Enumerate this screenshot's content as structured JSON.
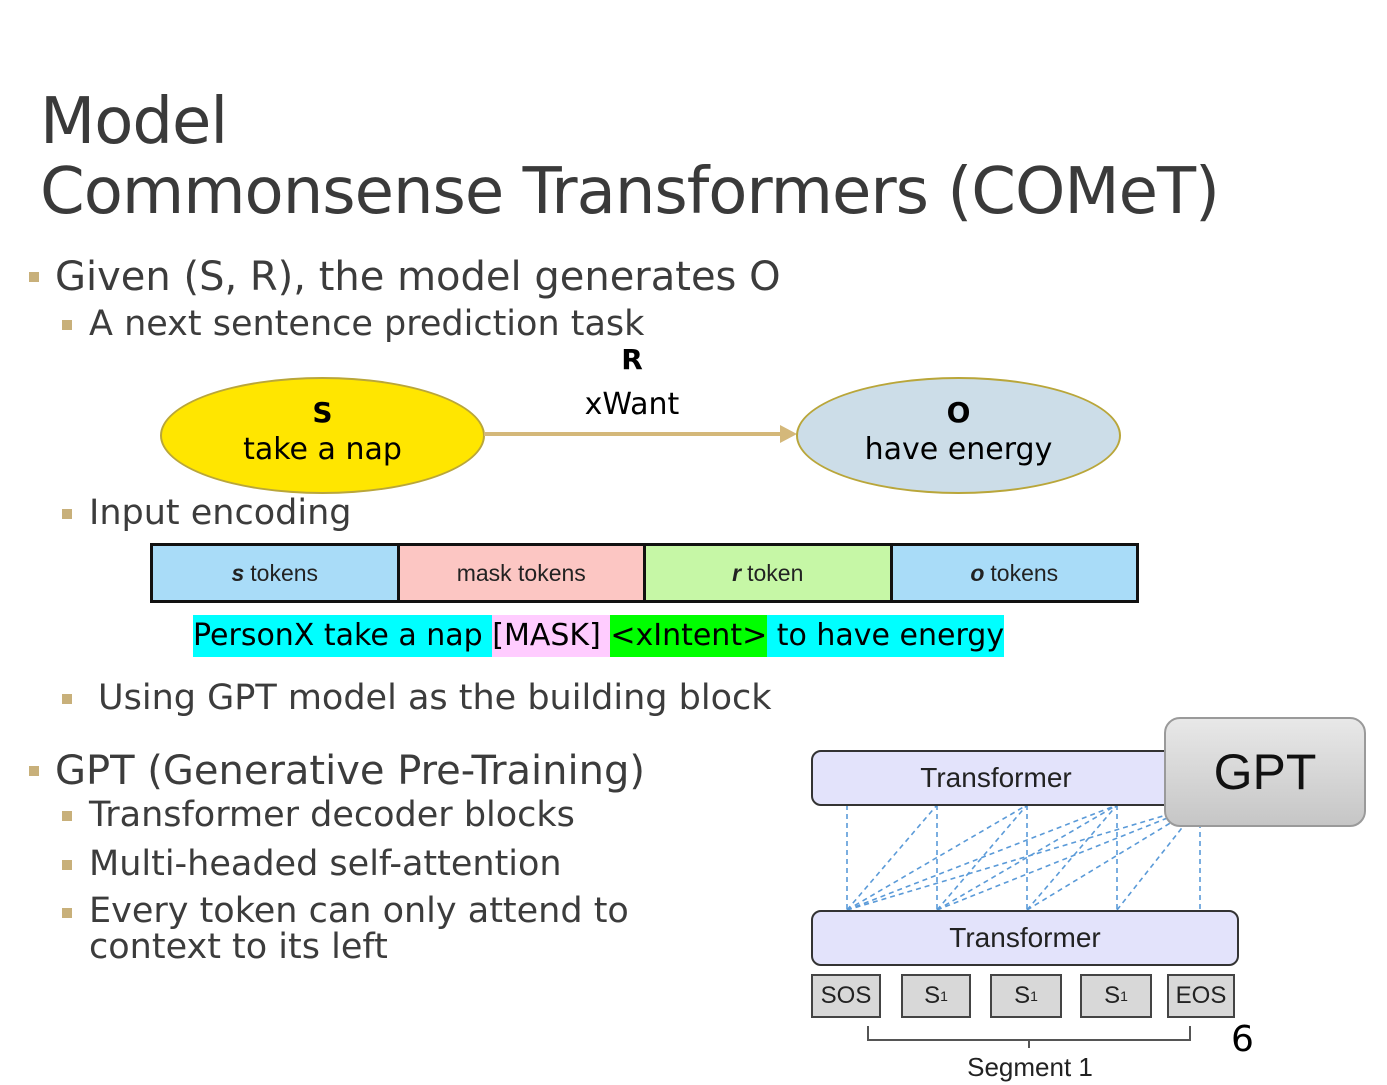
{
  "slide": {
    "title_line1": "Model",
    "title_line2": "Commonsense Transformers (COMeT)",
    "page_number": "6"
  },
  "bullets": {
    "b1": "Given (S, R), the model generates O",
    "b1_1": "A next sentence prediction task",
    "b1_2": "Input encoding",
    "b1_3": "Using GPT model as the building block",
    "b2": "GPT (Generative Pre-Training)",
    "b2_1": "Transformer decoder blocks",
    "b2_2": "Multi-headed self-attention",
    "b2_3_line1": "Every token can only attend to",
    "b2_3_line2": "context to its left"
  },
  "relation_diagram": {
    "s_letter": "S",
    "s_text": "take a nap",
    "r_letter": "R",
    "r_text": "xWant",
    "o_letter": "O",
    "o_text": "have energy",
    "colors": {
      "s_fill": "#ffe600",
      "o_fill": "#ccdde8",
      "arrow": "#d4b87a"
    }
  },
  "token_bar": {
    "segments": [
      {
        "em": "s",
        "label": "tokens",
        "color": "#a9dcf8"
      },
      {
        "em": "",
        "label": "mask tokens",
        "color": "#fcc6c3"
      },
      {
        "em": "r",
        "label": "token",
        "color": "#c6f7a6"
      },
      {
        "em": "o",
        "label": "tokens",
        "color": "#a9dcf8"
      }
    ]
  },
  "encoding_example": {
    "parts": [
      {
        "text": "PersonX take a nap ",
        "color": "#00ffff"
      },
      {
        "text": "[MASK] ",
        "color": "#ffccff"
      },
      {
        "text": "<xIntent>",
        "color": "#00ff00"
      },
      {
        "text": " to have energy",
        "color": "#00ffff"
      }
    ]
  },
  "gpt_diagram": {
    "top_block": "Transformer",
    "bottom_block": "Transformer",
    "badge": "GPT",
    "sequence": [
      "SOS",
      "S",
      "S",
      "S",
      "EOS"
    ],
    "sequence_subscript": "1",
    "segment_label": "Segment 1"
  }
}
